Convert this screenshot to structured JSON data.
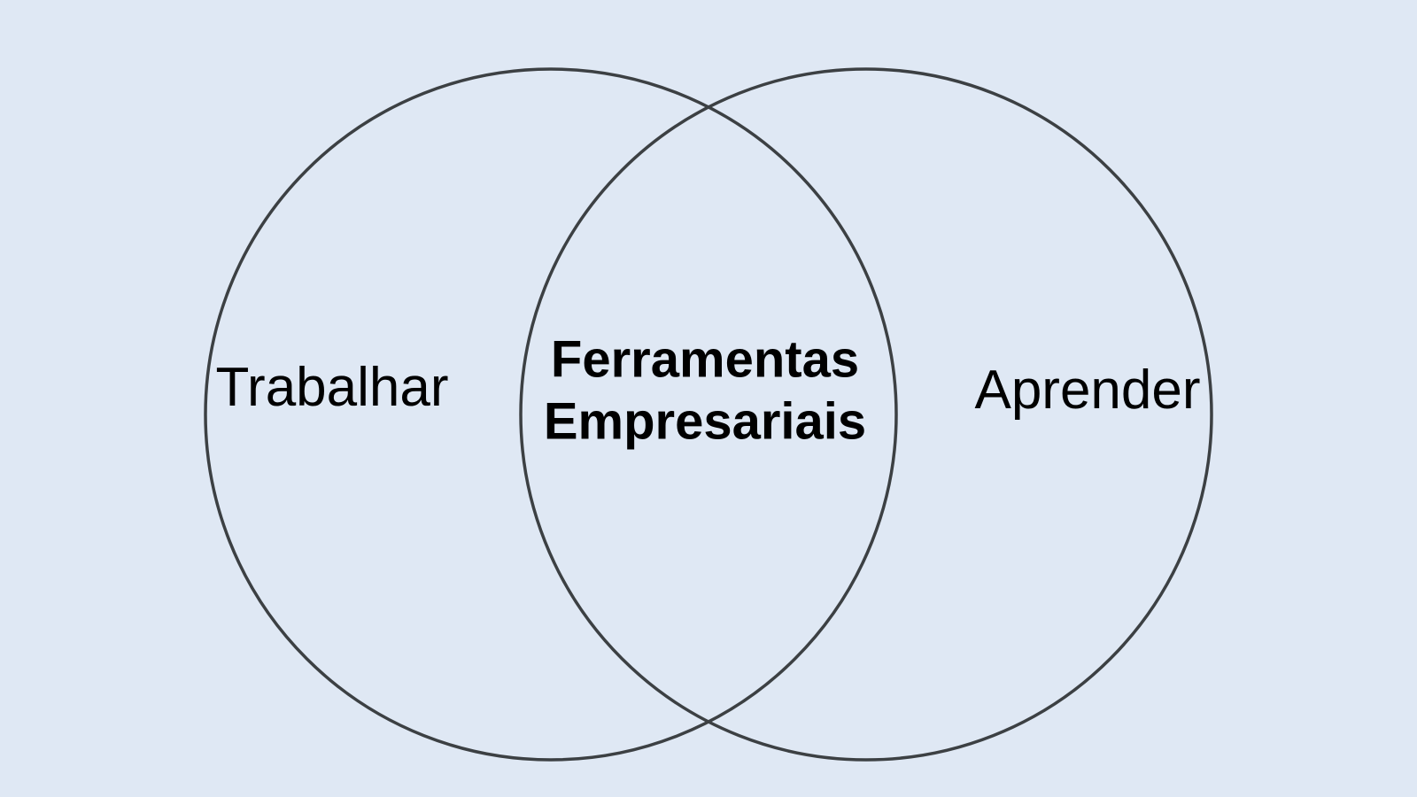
{
  "diagram": {
    "type": "venn",
    "background_color": "#dfe8f4",
    "circle_stroke_color": "#3c4043",
    "text_color": "#000000",
    "left_circle": {
      "label": "Trabalhar"
    },
    "right_circle": {
      "label": "Aprender"
    },
    "overlap": {
      "label_line1": "Ferramentas",
      "label_line2": "Empresariais"
    }
  }
}
